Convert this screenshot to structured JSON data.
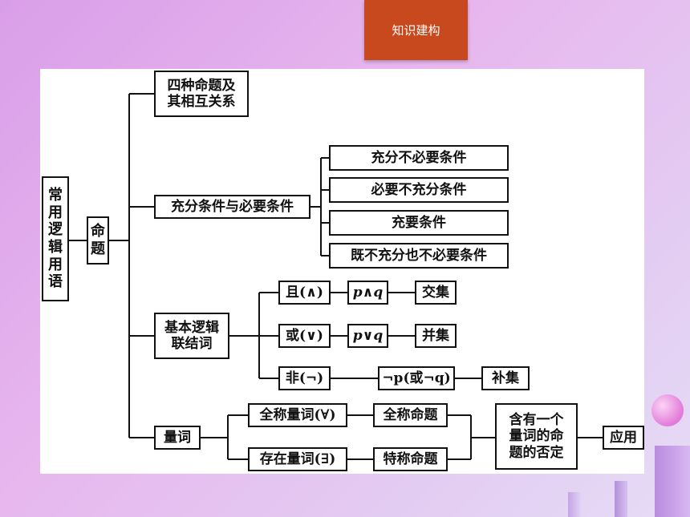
{
  "header": {
    "tag_label": "知识建构"
  },
  "nodes": {
    "root": [
      "常",
      "用",
      "逻",
      "辑",
      "用",
      "语"
    ],
    "proposition": [
      "命",
      "题"
    ],
    "four_props_line1": "四种命题及",
    "four_props_line2": "其相互关系",
    "conditions": "充分条件与必要条件",
    "cond1": "充分不必要条件",
    "cond2": "必要不充分条件",
    "cond3": "充要条件",
    "cond4": "既不充分也不必要条件",
    "connectives_line1": "基本逻辑",
    "connectives_line2": "联结词",
    "and": "且(∧)",
    "and_expr": "p∧q",
    "and_set": "交集",
    "or": "或(∨)",
    "or_expr": "p∨q",
    "or_set": "并集",
    "not": "非(¬)",
    "not_expr": "¬p(或¬q)",
    "not_set": "补集",
    "quantifier": "量词",
    "universal_q": "全称量词(∀)",
    "existential_q": "存在量词(∃)",
    "universal_p": "全称命题",
    "existential_p": "特称命题",
    "negation_line1": "含有一个",
    "negation_line2": "量词的命",
    "negation_line3": "题的否定",
    "application": "应用"
  }
}
